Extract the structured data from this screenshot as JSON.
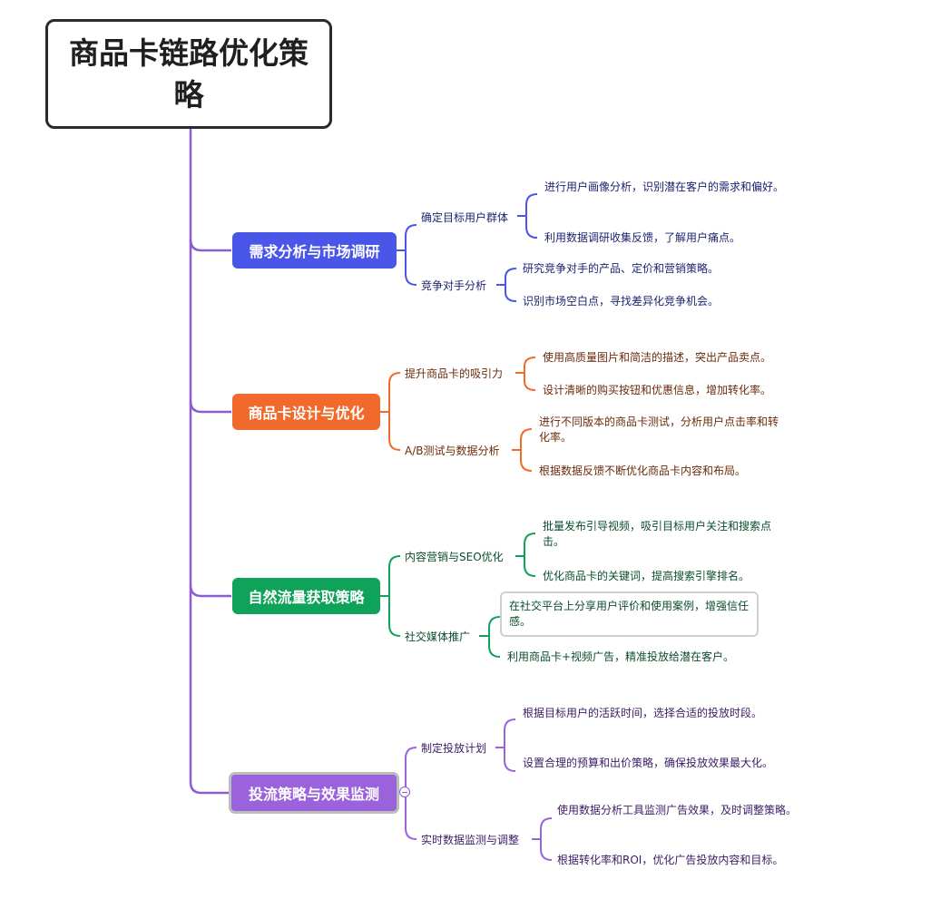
{
  "root": {
    "title": "商品卡链路优化策略"
  },
  "colors": {
    "trunk": "#8c5bd6",
    "b1": "#4a56e8",
    "b2": "#f26a2b",
    "b3": "#0fa35a",
    "b4": "#9a63dc"
  },
  "branches": [
    {
      "label": "需求分析与市场调研",
      "subs": [
        {
          "label": "确定目标用户群体",
          "leaves": [
            "进行用户画像分析，识别潜在客户的需求和偏好。",
            "利用数据调研收集反馈，了解用户痛点。"
          ]
        },
        {
          "label": "竞争对手分析",
          "leaves": [
            "研究竞争对手的产品、定价和营销策略。",
            "识别市场空白点，寻找差异化竞争机会。"
          ]
        }
      ]
    },
    {
      "label": "商品卡设计与优化",
      "subs": [
        {
          "label": "提升商品卡的吸引力",
          "leaves": [
            "使用高质量图片和简洁的描述，突出产品卖点。",
            "设计清晰的购买按钮和优惠信息，增加转化率。"
          ]
        },
        {
          "label": "A/B测试与数据分析",
          "leaves": [
            "进行不同版本的商品卡测试，分析用户点击率和转化率。",
            "根据数据反馈不断优化商品卡内容和布局。"
          ]
        }
      ]
    },
    {
      "label": "自然流量获取策略",
      "subs": [
        {
          "label": "内容营销与SEO优化",
          "leaves": [
            "批量发布引导视频，吸引目标用户关注和搜索点击。",
            "优化商品卡的关键词，提高搜索引擎排名。"
          ]
        },
        {
          "label": "社交媒体推广",
          "leaves": [
            "在社交平台上分享用户评价和使用案例，增强信任感。",
            "利用商品卡+视频广告，精准投放给潜在客户。"
          ]
        }
      ]
    },
    {
      "label": "投流策略与效果监测",
      "subs": [
        {
          "label": "制定投放计划",
          "leaves": [
            "根据目标用户的活跃时间，选择合适的投放时段。",
            "设置合理的预算和出价策略，确保投放效果最大化。"
          ]
        },
        {
          "label": "实时数据监测与调整",
          "leaves": [
            "使用数据分析工具监测广告效果，及时调整策略。",
            "根据转化率和ROI，优化广告投放内容和目标。"
          ]
        }
      ]
    }
  ]
}
